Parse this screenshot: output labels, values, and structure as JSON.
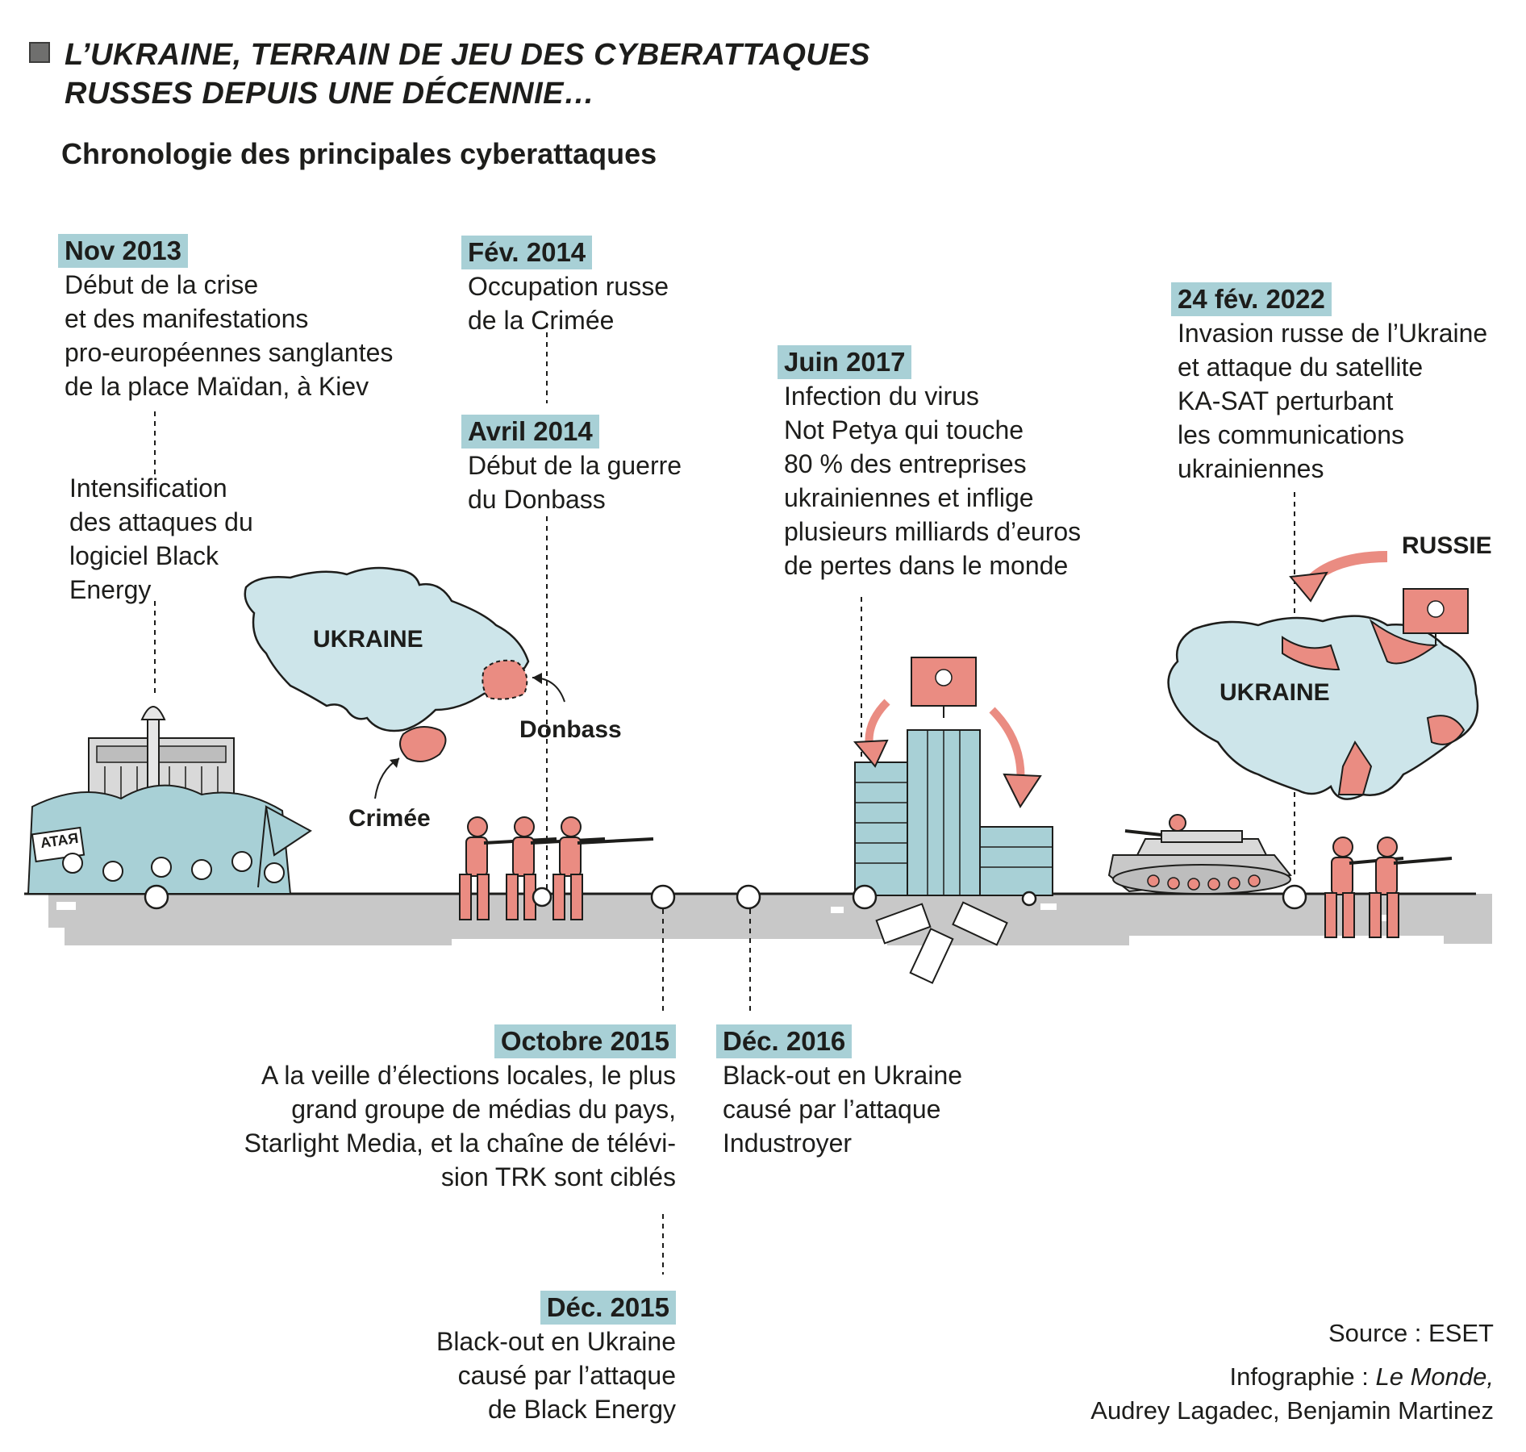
{
  "header": {
    "title_line1": "L’UKRAINE, TERRAIN DE JEU DES CYBERATTAQUES",
    "title_line2": "RUSSES DEPUIS UNE DÉCENNIE…",
    "subtitle": "Chronologie des principales cyberattaques"
  },
  "events": {
    "nov2013": {
      "date": "Nov 2013",
      "text": "Début de la crise\net des manifestations\npro-européennes sanglantes\nde la place Maïdan, à Kiev"
    },
    "nov2013_note": {
      "text": "Intensification\ndes attaques du\nlogiciel Black\nEnergy"
    },
    "fev2014": {
      "date": "Fév. 2014",
      "text": "Occupation russe\nde la Crimée"
    },
    "avr2014": {
      "date": "Avril 2014",
      "text": "Début de la guerre\ndu Donbass"
    },
    "juin2017": {
      "date": "Juin 2017",
      "text": "Infection du virus\nNot Petya qui touche\n80 % des entreprises\nukrainiennes et inflige\nplusieurs milliards d’euros\nde pertes dans le monde"
    },
    "fev2022": {
      "date": "24 fév. 2022",
      "text": "Invasion russe de l’Ukraine\net attaque du satellite\nKA-SAT perturbant\nles communications\nukrainiennes"
    },
    "oct2015": {
      "date": "Octobre 2015",
      "text": "A la veille d’élections locales, le plus\ngrand groupe de médias du pays,\nStarlight Media, et la chaîne de télévi-\nsion TRK sont ciblés"
    },
    "dec2016": {
      "date": "Déc. 2016",
      "text": "Black-out en Ukraine\ncausé par l’attaque\nIndustroyer"
    },
    "dec2015": {
      "date": "Déc. 2015",
      "text": "Black-out en Ukraine\ncausé par l’attaque\nde Black Energy"
    }
  },
  "map_labels": {
    "ukraine_left": "UKRAINE",
    "donbass": "Donbass",
    "crimee": "Crimée",
    "ukraine_right": "UKRAINE",
    "russie": "RUSSIE",
    "sign_text": "RATA"
  },
  "credits": {
    "source": "Source : ESET",
    "infographie_prefix": "Infographie : ",
    "infographie_outlet": "Le Monde,",
    "authors": "Audrey Lagadec, Benjamin Martinez"
  },
  "colors": {
    "accent_teal": "#a8d0d6",
    "map_fill": "#cde5ea",
    "salmon": "#ea8c82",
    "ground": "#c8c8c8",
    "text": "#1d1d1b"
  }
}
